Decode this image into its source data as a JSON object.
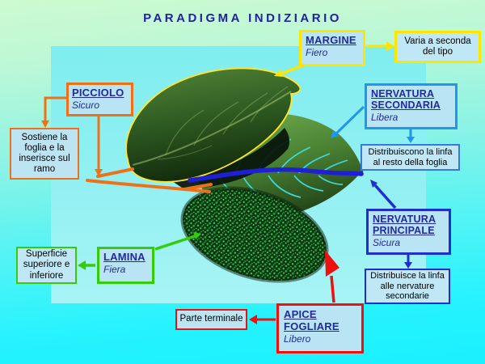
{
  "title": "PARADIGMA INDIZIARIO",
  "labels": {
    "margine": {
      "term": "MARGINE",
      "trait": "Fiero"
    },
    "picciolo": {
      "term": "PICCIOLO",
      "trait": "Sicuro"
    },
    "nervatura_secondaria": {
      "term": "NERVATURA SECONDARIA",
      "trait": "Libera"
    },
    "nervatura_principale": {
      "term": "NERVATURA PRINCIPALE",
      "trait": "Sicura"
    },
    "lamina": {
      "term": "LAMINA",
      "trait": "Fiera"
    },
    "apice_fogliare": {
      "term": "APICE FOGLIARE",
      "trait": "Libero"
    }
  },
  "notes": {
    "margine": "Varia a seconda del tipo",
    "picciolo": "Sostiene la foglia e la inserisce sul ramo",
    "nervatura_secondaria": "Distribuiscono la linfa al resto della foglia",
    "nervatura_principale": "Distribuisce la linfa alle nervature secondarie",
    "lamina": "Superficie superiore e inferiore",
    "apice_fogliare": "Parte terminale"
  },
  "colors": {
    "margine": "#ffe600",
    "picciolo": "#ee7119",
    "nervatura_secondaria": "#2196ea",
    "nervatura_principale": "#1e2fd0",
    "lamina": "#35cc0a",
    "apice_fogliare": "#ef1010",
    "box_background": "#b9e4f3",
    "term_text": "#222a9e",
    "title_text": "#2121a3"
  }
}
